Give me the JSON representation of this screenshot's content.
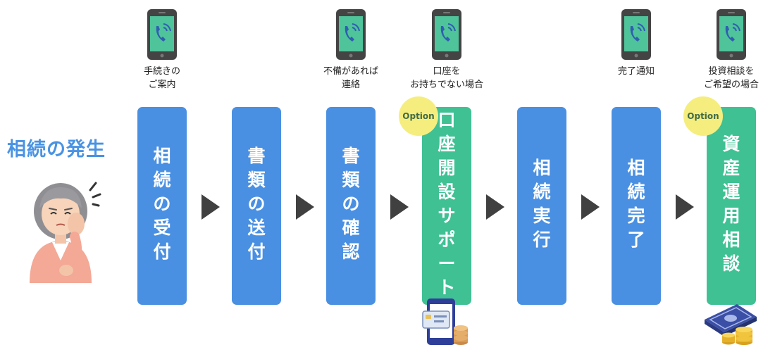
{
  "start": {
    "label": "相続の発生"
  },
  "steps": [
    {
      "box": [
        "相",
        "続",
        "の",
        "受",
        "付"
      ],
      "note": [
        "手続きの",
        "ご案内"
      ],
      "option": ""
    },
    {
      "box": [
        "書",
        "類",
        "の",
        "送",
        "付"
      ],
      "note": [],
      "option": ""
    },
    {
      "box": [
        "書",
        "類",
        "の",
        "確",
        "認"
      ],
      "note": [
        "不備があれば",
        "連絡"
      ],
      "option": ""
    },
    {
      "box": [
        "口",
        "座",
        "開",
        "設",
        "サ",
        "ポ",
        "ー",
        "ト"
      ],
      "note": [
        "口座を",
        "お持ちでない場合"
      ],
      "option": "Option"
    },
    {
      "box": [
        "相",
        "続",
        "実",
        "行"
      ],
      "note": [],
      "option": ""
    },
    {
      "box": [
        "相",
        "続",
        "完",
        "了"
      ],
      "note": [
        "完了通知"
      ],
      "option": ""
    },
    {
      "box": [
        "資",
        "産",
        "運",
        "用",
        "相",
        "談"
      ],
      "note": [
        "投資相談を",
        "ご希望の場合"
      ],
      "option": "Option"
    }
  ],
  "icons": [
    "phone-call-icon",
    "smartphone-card-coins-icon",
    "money-coins-icon",
    "worried-elderly-woman-icon"
  ],
  "colors": {
    "blue": "#4a90e2",
    "green": "#3fc194",
    "option": "#f5ee7e",
    "title": "#4a93e3",
    "arrow": "#404040"
  }
}
